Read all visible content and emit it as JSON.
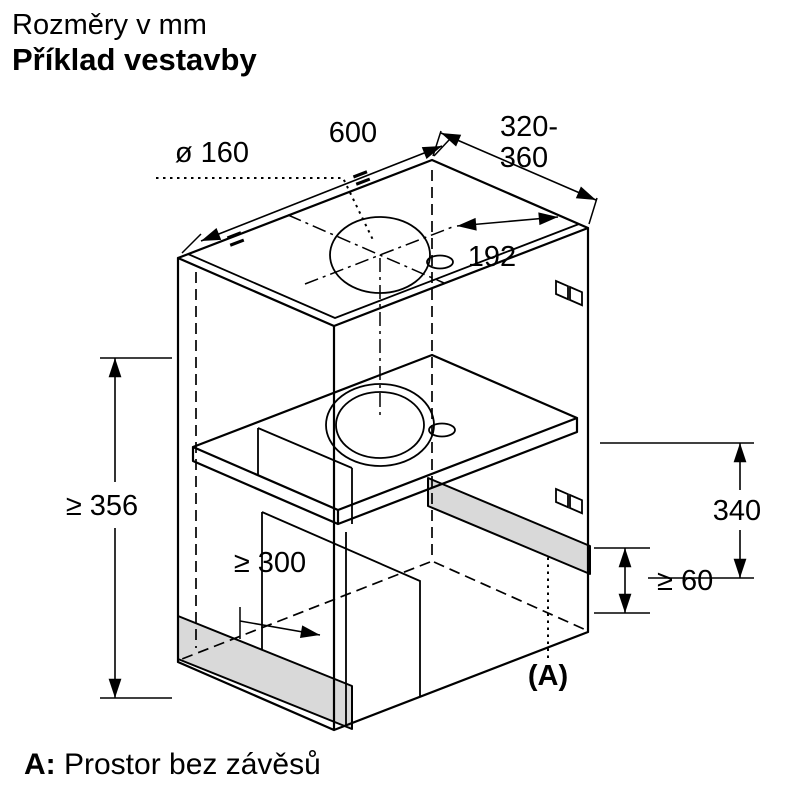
{
  "header": {
    "title": "Rozměry v mm",
    "subtitle": "Příklad vestavby"
  },
  "footer": {
    "label": "A:",
    "text": " Prostor bez závěsů"
  },
  "colors": {
    "line": "#000000",
    "shade": "#d9d9d9",
    "background": "#ffffff"
  },
  "dimensions": {
    "duct_diameter": "ø 160",
    "width": "600",
    "depth_line1": "320-",
    "depth_line2": "360",
    "hole_to_edge": "192",
    "equal_mark": "=",
    "min_height_left": "≥ 356",
    "min_interior_depth": "≥ 300",
    "height_right": "340",
    "min_hinge_space": "≥ 60",
    "area_marker": "(A)"
  }
}
